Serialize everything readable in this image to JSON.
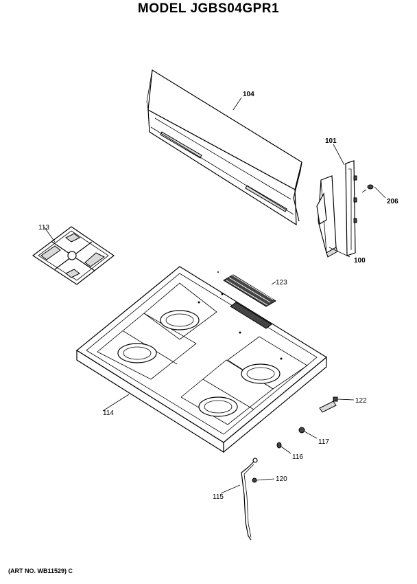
{
  "title": "MODEL JGBS04GPR1",
  "art_number": "(ART NO. WB11529) C",
  "callouts": {
    "p104": "104",
    "p101": "101",
    "p206": "206",
    "p100": "100",
    "p113": "113",
    "p123": "123",
    "p114": "114",
    "p122": "122",
    "p117": "117",
    "p116": "116",
    "p120": "120",
    "p115": "115"
  }
}
